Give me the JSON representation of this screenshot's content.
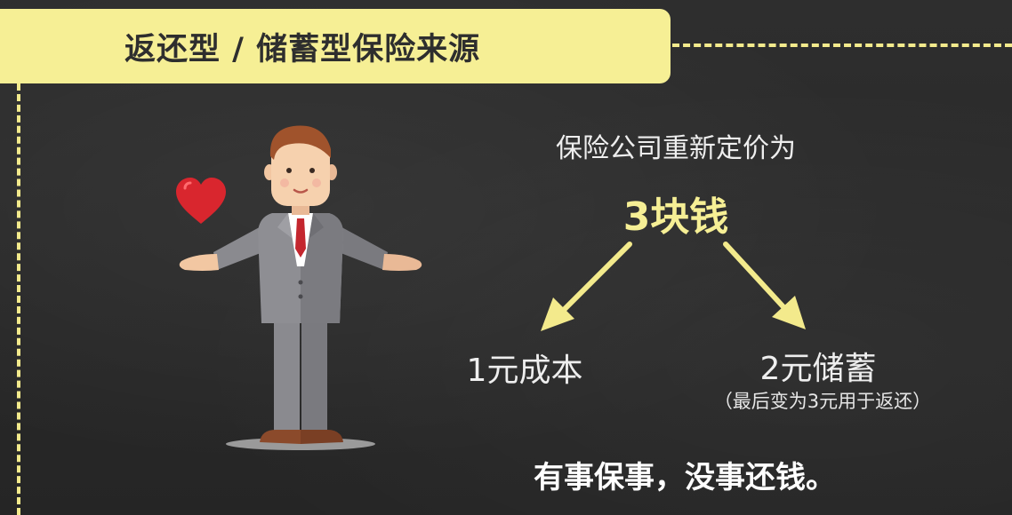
{
  "title": "返还型 / 储蓄型保险来源",
  "heading": "保险公司重新定价为",
  "price": "3块钱",
  "cost_label": "1元成本",
  "saving_label": "2元储蓄",
  "saving_note": "（最后变为3元用于返还）",
  "slogan": "有事保事，没事还钱。",
  "colors": {
    "background": "#2b2b2b",
    "accent": "#f6ef95",
    "heart": "#d9262e",
    "suit": "#7b7b80",
    "tie": "#c4262e"
  },
  "icons": [
    "businessman-illustration",
    "heart-icon",
    "arrow-down-left-icon",
    "arrow-down-right-icon"
  ]
}
